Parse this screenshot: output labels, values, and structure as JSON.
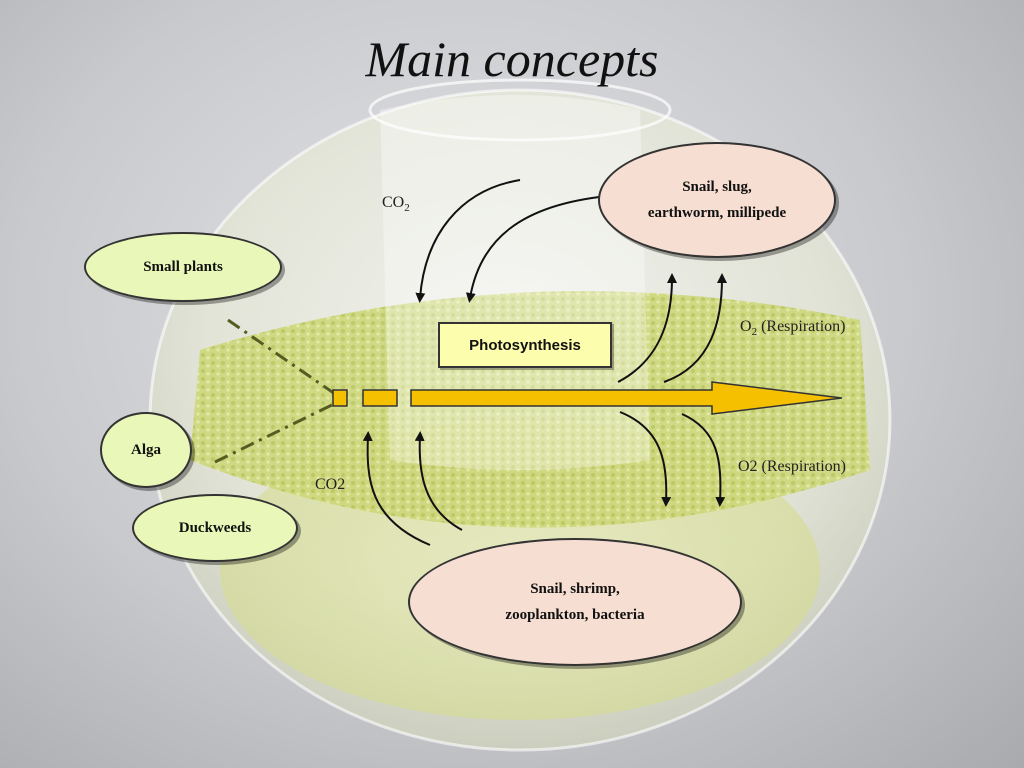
{
  "title": "Main concepts",
  "bubbles": {
    "small_plants": "Small plants",
    "alga": "Alga",
    "duckweeds": "Duckweeds",
    "land_animals_line1": "Snail, slug,",
    "land_animals_line2": "earthworm, millipede",
    "water_animals_line1": "Snail, shrimp,",
    "water_animals_line2": "zooplankton, bacteria"
  },
  "process": "Photosynthesis",
  "labels": {
    "co2_top": "CO",
    "co2_top_sub": "2",
    "co2_bottom": "CO2",
    "o2_top": "O",
    "o2_top_sub": "2",
    "o2_top_suffix": " (Respiration)",
    "o2_bottom": "O2 (Respiration)"
  },
  "colors": {
    "arrow_fill": "#f5c000",
    "plant_bubble": "#e9f8b8",
    "animal_bubble": "#f7ded2",
    "process_box": "#fdfdae"
  }
}
